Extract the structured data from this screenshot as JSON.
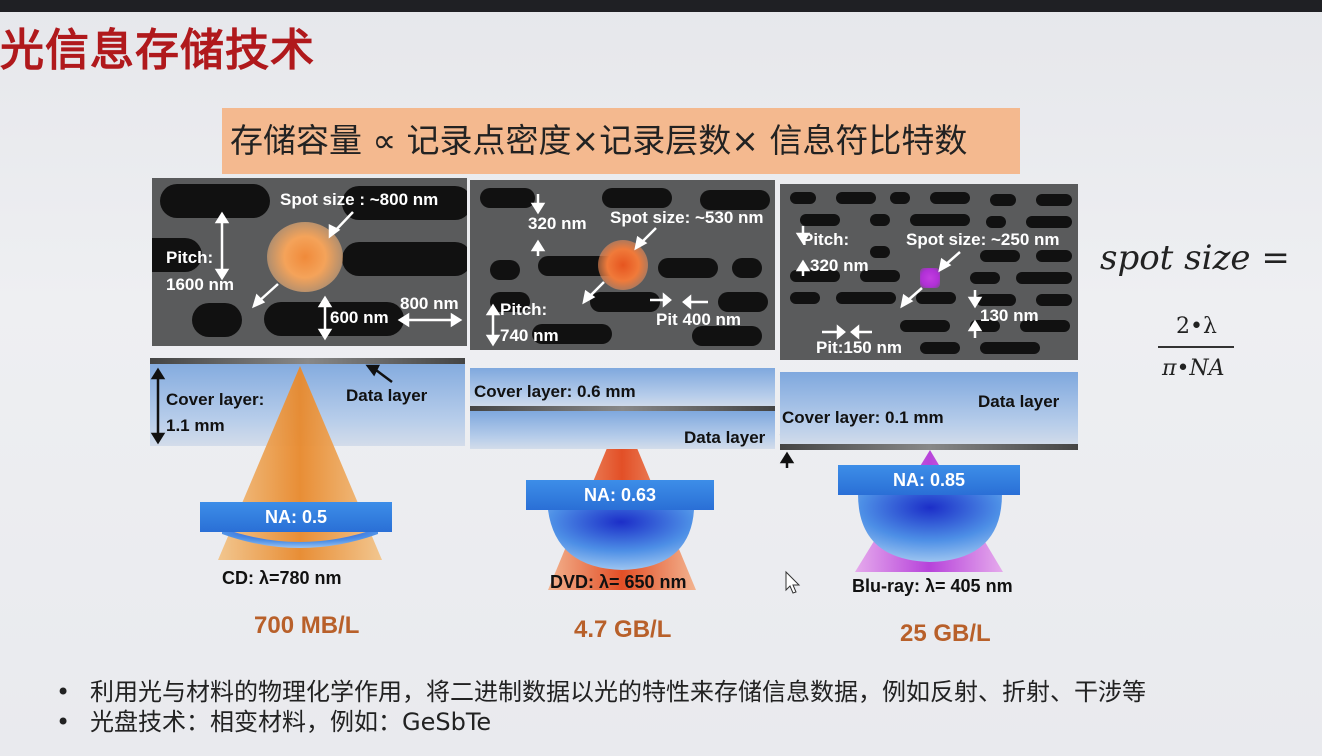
{
  "title": "光信息存储技术",
  "formula_banner": "存储容量 ∝ 记录点密度×记录层数× 信息符比特数",
  "cd": {
    "spot": "Spot size : ~800 nm",
    "pitch": "Pitch:\n1600 nm",
    "pitch_line1": "Pitch:",
    "pitch_line2": "1600 nm",
    "depth": "600 nm",
    "pit": "800 nm",
    "cover_line1": "Cover layer:",
    "cover_line2": "1.1 mm",
    "data_layer": "Data layer",
    "na": "NA: 0.5",
    "wavelength": "CD: λ=780 nm",
    "capacity": "700 MB/L"
  },
  "dvd": {
    "track": "320 nm",
    "spot": "Spot size: ~530 nm",
    "pitch_line1": "Pitch:",
    "pitch_line2": "740 nm",
    "pit": "Pit 400 nm",
    "cover": "Cover layer: 0.6 mm",
    "data_layer": "Data layer",
    "na": "NA: 0.63",
    "wavelength": "DVD: λ= 650 nm",
    "capacity": "4.7 GB/L"
  },
  "bluray": {
    "pitch_line1": "Pitch:",
    "pitch_line2": "320 nm",
    "spot": "Spot size: ~250 nm",
    "depth": "130 nm",
    "pit": "Pit:150 nm",
    "cover": "Cover layer: 0.1 mm",
    "data_layer": "Data layer",
    "na": "NA: 0.85",
    "wavelength": "Blu-ray: λ= 405 nm",
    "capacity": "25 GB/L"
  },
  "equation": {
    "lhs": "spot size =",
    "numerator": "2•λ",
    "denominator": "π•NA"
  },
  "bullets": [
    "利用光与材料的物理化学作用，将二进制数据以光的特性来存储信息数据，例如反射、折射、干涉等",
    "光盘技术：相变材料，例如：GeSbTe"
  ],
  "colors": {
    "title": "#b0191c",
    "banner": "#f4b98f",
    "capacity": "#b8602a"
  }
}
